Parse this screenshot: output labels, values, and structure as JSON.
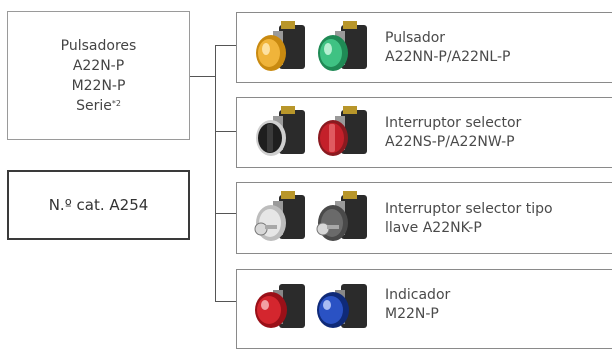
{
  "series": {
    "lines": [
      "Pulsadores",
      "A22N-P",
      "M22N-P",
      "Serie"
    ],
    "footnote": "*2"
  },
  "catalog": {
    "label": "N.º cat. A254"
  },
  "products": [
    {
      "name": "Pulsador",
      "model": "A22NN-P/A22NL-P",
      "icons": [
        "amber-pushbutton-icon",
        "green-pushbutton-icon"
      ]
    },
    {
      "name": "Interruptor selector",
      "model": "A22NS-P/A22NW-P",
      "icons": [
        "black-selector-switch-icon",
        "red-selector-switch-icon"
      ]
    },
    {
      "name": "Interruptor selector tipo",
      "model": "llave A22NK-P",
      "icons": [
        "key-selector-switch-icon",
        "key-selector-switch-icon"
      ]
    },
    {
      "name": "Indicador",
      "model": "M22N-P",
      "icons": [
        "red-indicator-lamp-icon",
        "blue-indicator-lamp-icon"
      ]
    }
  ],
  "colors": {
    "amber": "#e8a21a",
    "green": "#2fae6e",
    "red": "#c4202a",
    "blue": "#1c3fa8",
    "body": "#2b2b2b"
  }
}
